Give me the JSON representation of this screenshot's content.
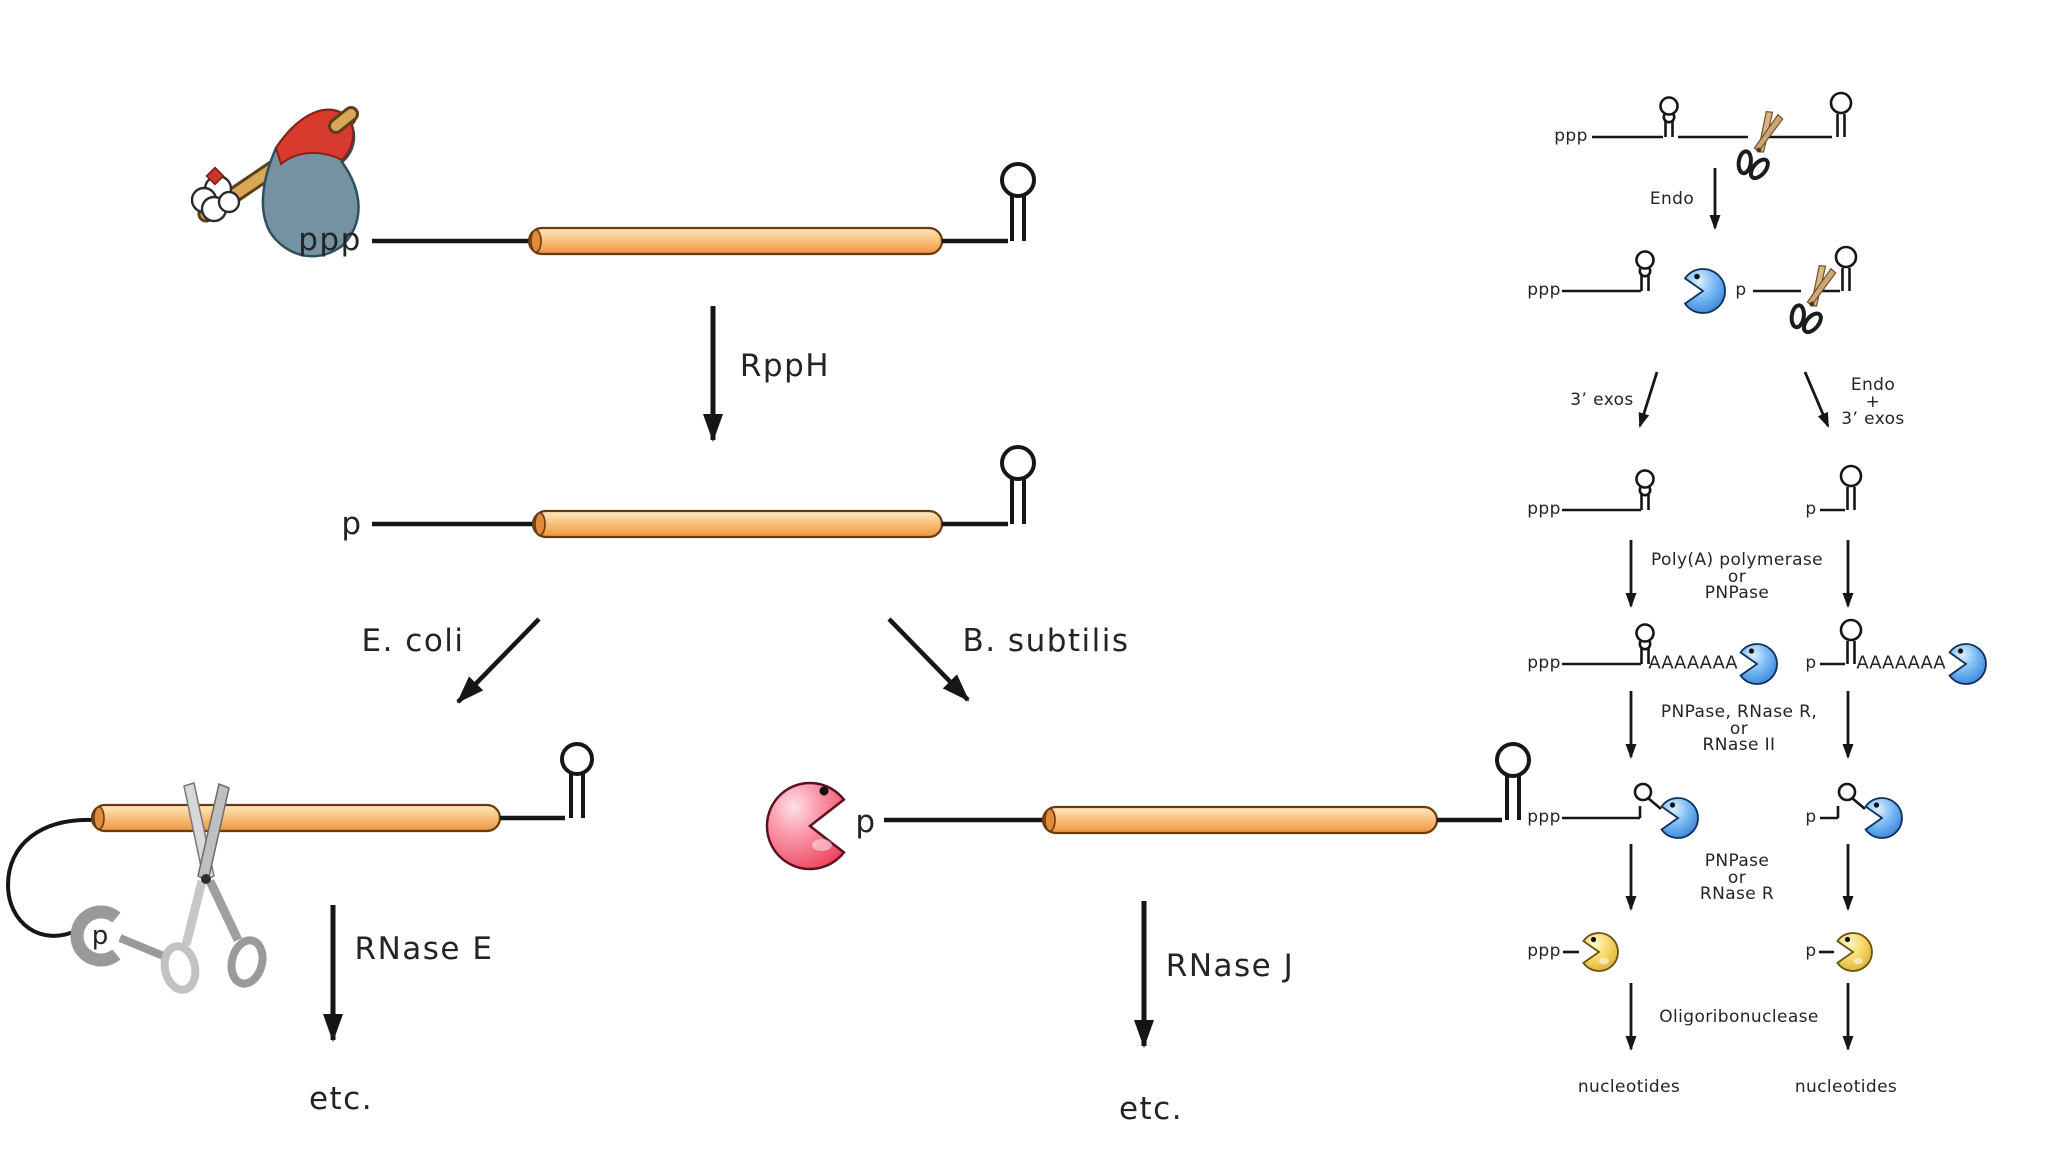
{
  "palette": {
    "cylinder_orange": "#F5A95A",
    "blue_pacman": "#4D9EEA",
    "yellow_pacman": "#F0CE55",
    "pink_pacman": "#F4697F",
    "ring_gray": "#9A9A9A",
    "line_black": "#161616",
    "text": "#242424"
  },
  "main": {
    "triphosphate_label": "ppp",
    "pyrophosphatase": "RppH",
    "monophosphate_label": "p",
    "species_left": "E. coli",
    "species_right": "B. subtilis",
    "ring_phosphate": "p",
    "endonuclease": "RNase E",
    "etc_left": "etc.",
    "pacman_phosphate": "p",
    "exonuclease": "RNase J",
    "etc_right": "etc."
  },
  "panel": {
    "row1_5p": "ppp",
    "endo_step": "Endo",
    "row2_left_5p": "ppp",
    "row2_right_5p": "p",
    "branch_left": "3’ exos",
    "branch_right": [
      "Endo",
      "+",
      "3’ exos"
    ],
    "row3_left_5p": "ppp",
    "row3_right_5p": "p",
    "polya_step": [
      "Poly(A) polymerase",
      "or",
      "PNPase"
    ],
    "row4_left_5p": "ppp",
    "row4_right_5p": "p",
    "polya_tail_left": "AAAAAAA",
    "polya_tail_right": "AAAAAAA",
    "exo_step1": [
      "PNPase, RNase R,",
      "or",
      "RNase II"
    ],
    "row5_left_5p": "ppp",
    "row5_right_5p": "p",
    "exo_step2": [
      "PNPase",
      "or",
      "RNase R"
    ],
    "row6_left_5p": "ppp",
    "row6_right_5p": "p",
    "oligo_step": "Oligoribonuclease",
    "product_left": "nucleotides",
    "product_right": "nucleotides"
  }
}
